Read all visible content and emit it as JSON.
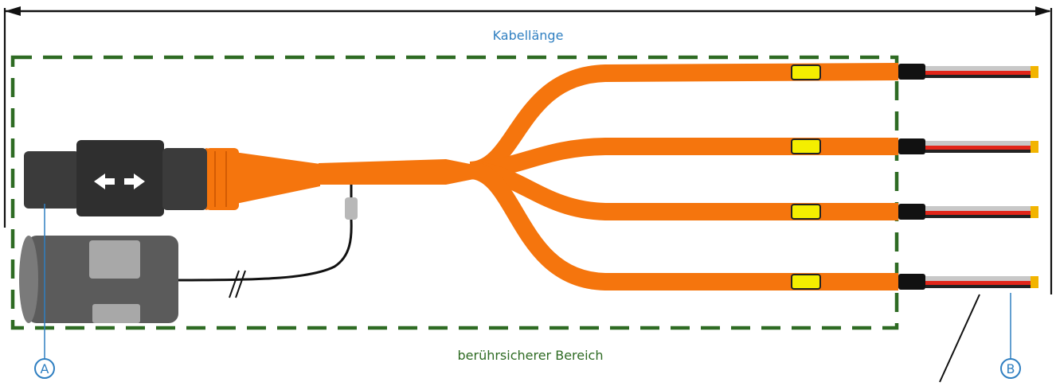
{
  "labels": {
    "cable_length": "Kabellänge",
    "safe_area": "berührsicherer Bereich",
    "marker_a": "A",
    "marker_b": "B"
  },
  "colors": {
    "cable_orange": "#f5750d",
    "connector_dark": "#3b3b3b",
    "safe_area_border": "#2e6b23",
    "label_blue": "#2f7fc1",
    "sleeve_yellow": "#f4ee00",
    "wire_red": "#e2261a",
    "wire_grey": "#c8c8c8",
    "wire_tip": "#f2b400"
  },
  "icons": [
    "bidirectional-arrow-icon",
    "cable-break-icon"
  ]
}
